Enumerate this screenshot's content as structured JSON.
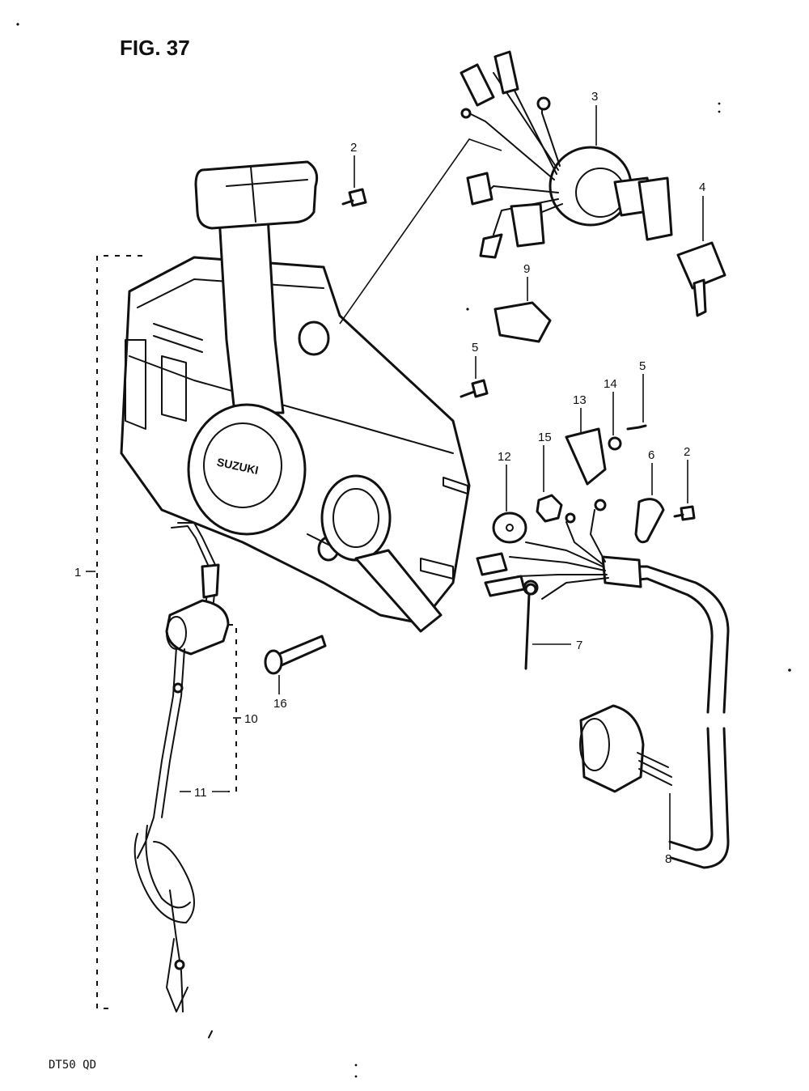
{
  "figure_title": "FIG. 37",
  "footer_code": "DT50  QD",
  "brand_mark": "SUZUKI",
  "callouts": {
    "c1": "1",
    "c2a": "2",
    "c2b": "2",
    "c3": "3",
    "c4": "4",
    "c5a": "5",
    "c5b": "5",
    "c6": "6",
    "c7": "7",
    "c8": "8",
    "c9": "9",
    "c10": "10",
    "c11": "11",
    "c12": "12",
    "c13": "13",
    "c14": "14",
    "c15": "15",
    "c16": "16"
  }
}
